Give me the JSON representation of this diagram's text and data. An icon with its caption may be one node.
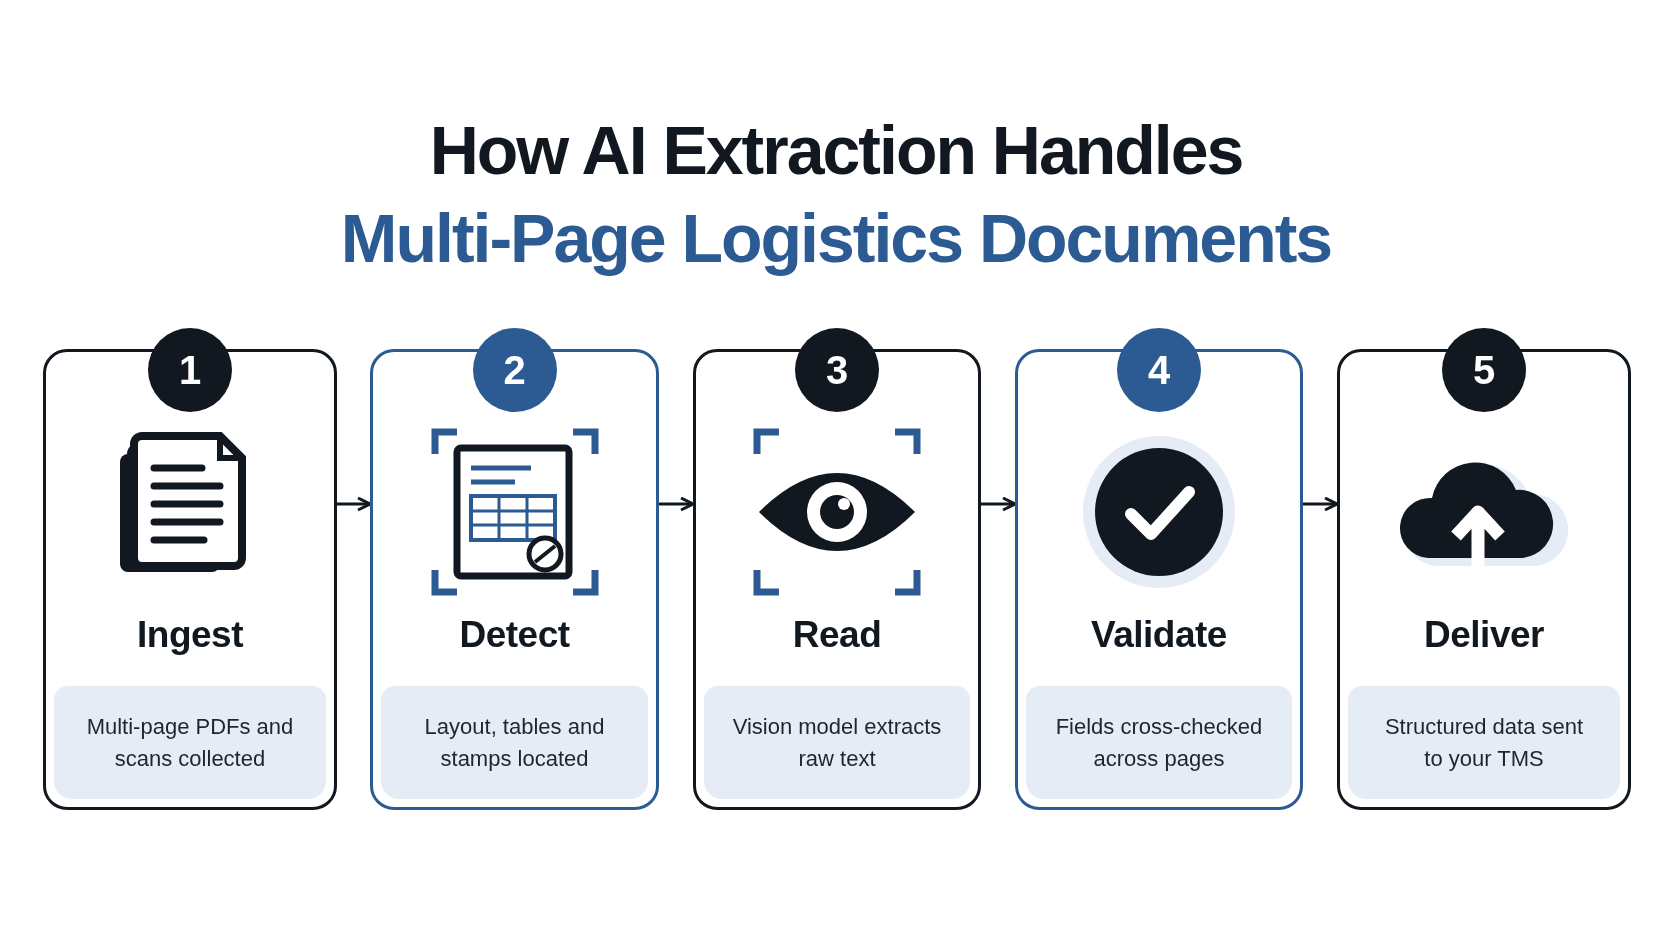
{
  "diagram": {
    "title": "How AI Extraction Handles",
    "nodes": [
      {
        "text": [
          "1",
          "Ingest",
          "Multi-page PDFs and scans collected"
        ]
      },
      {
        "text": [
          "2",
          "Detect",
          "Layout, tables and stamps located"
        ]
      },
      {
        "text": [
          "3",
          "Read",
          "Vision model extracts raw text"
        ]
      },
      {
        "text": [
          "4",
          "Validate",
          "Fields cross-checked across pages"
        ]
      },
      {
        "text": [
          "5",
          "Deliver",
          "Structured data sent to your TMS"
        ]
      }
    ],
    "edges": [
      {
        "from": 0,
        "to": 1,
        "arrow": "to"
      },
      {
        "from": 1,
        "to": 2,
        "arrow": "to"
      },
      {
        "from": 2,
        "to": 3,
        "arrow": "to"
      },
      {
        "from": 3,
        "to": 4,
        "arrow": "to"
      }
    ],
    "labels": [
      "Multi-Page Logistics Documents"
    ]
  }
}
